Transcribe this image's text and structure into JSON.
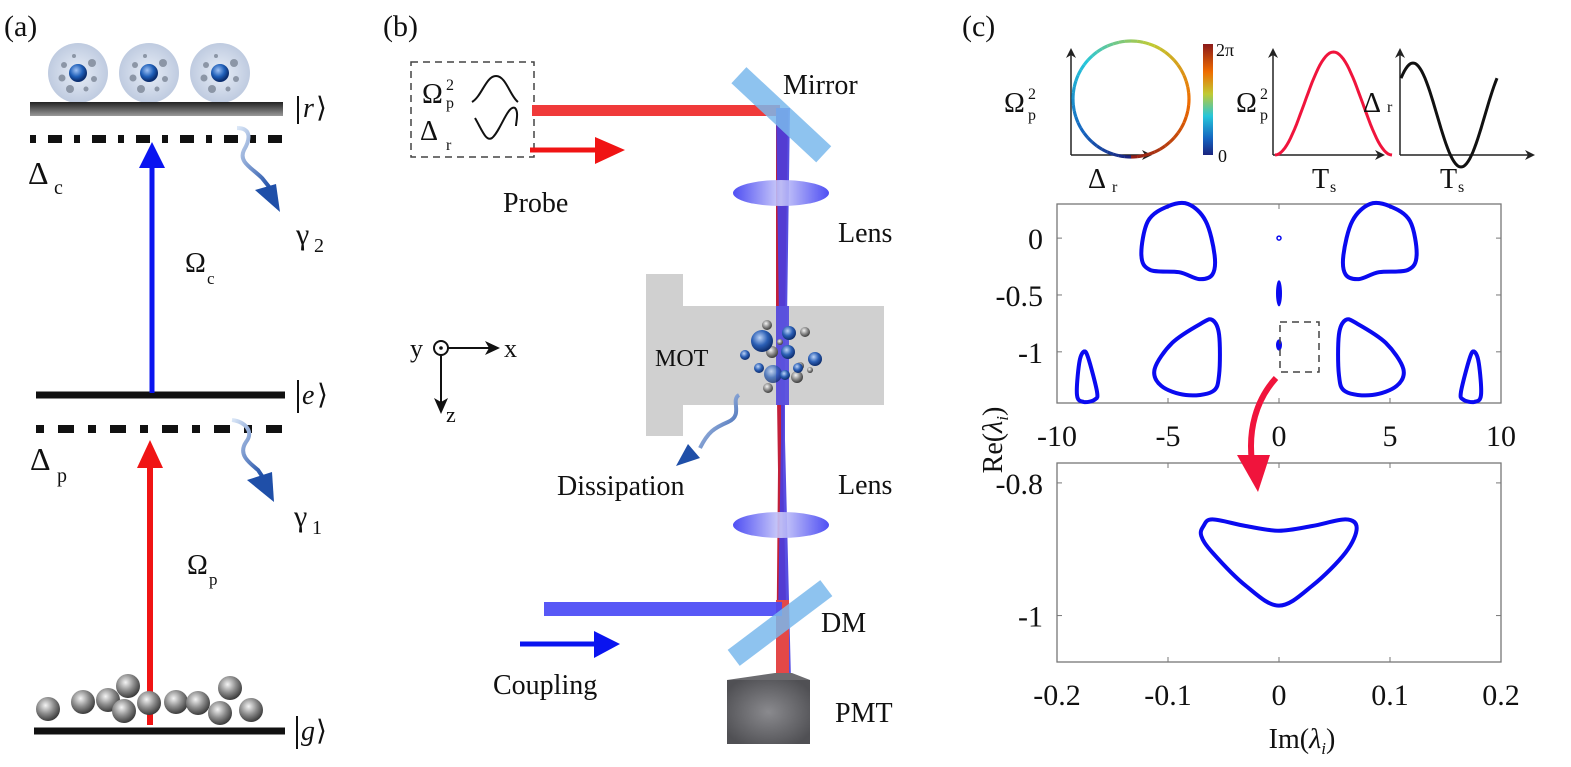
{
  "panels": {
    "a": {
      "label": "(a)",
      "levels": {
        "r": "|r⟩",
        "e": "|e⟩",
        "g": "|g⟩"
      },
      "detunings": {
        "c": {
          "sym": "Δ",
          "sub": "c"
        },
        "p": {
          "sym": "Δ",
          "sub": "p"
        }
      },
      "couplings": {
        "c": {
          "sym": "Ω",
          "sub": "c",
          "color": "#0a14f0"
        },
        "p": {
          "sym": "Ω",
          "sub": "p",
          "color": "#f01414"
        }
      },
      "decays": {
        "g2": {
          "sym": "γ",
          "sub": "2"
        },
        "g1": {
          "sym": "γ",
          "sub": "1"
        }
      }
    },
    "b": {
      "label": "(b)",
      "legend": {
        "row1": {
          "sym": "Ω",
          "sup": "2",
          "sub": "p"
        },
        "row2": {
          "sym": "Δ",
          "sub": "r"
        }
      },
      "labels": {
        "probe": "Probe",
        "mirror": "Mirror",
        "lens_top": "Lens",
        "lens_bottom": "Lens",
        "mot": "MOT",
        "dissipation": "Dissipation",
        "dm": "DM",
        "coupling": "Coupling",
        "pmt": "PMT"
      },
      "axes": {
        "x": "x",
        "y": "y",
        "z": "z"
      },
      "colors": {
        "probe": "#f02020",
        "coupling": "#2a2af5",
        "mirror": "#7ab8ec"
      }
    },
    "c": {
      "label": "(c)",
      "insets": {
        "circle": {
          "ylabel": {
            "sym": "Ω",
            "sup": "2",
            "sub": "p"
          },
          "xlabel": {
            "sym": "Δ",
            "sub": "r"
          },
          "colorbar": {
            "max": "2π",
            "min": "0"
          }
        },
        "omega": {
          "ylabel": {
            "sym": "Ω",
            "sup": "2",
            "sub": "p"
          },
          "xlabel": {
            "sym": "T",
            "sub": "s"
          },
          "color": "#f0143c"
        },
        "delta": {
          "ylabel": {
            "sym": "Δ",
            "sub": "r"
          },
          "xlabel": {
            "sym": "T",
            "sub": "s"
          },
          "color": "#111111"
        }
      },
      "shared_ylabel": "Re(λ_i)",
      "ylabel_main": "Re(",
      "ylabel_var": "λ",
      "ylabel_sub": "i",
      "xlabel_main": "Im(",
      "xlabel_var": "λ",
      "xlabel_sub": "i",
      "close_paren": ")"
    }
  },
  "chart_data": [
    {
      "type": "scatter",
      "title": "Eigenvalue trajectories (full view)",
      "xlabel": "",
      "ylabel": "Re(λ_i)",
      "xlim": [
        -10,
        10
      ],
      "ylim": [
        -1.45,
        0.3
      ],
      "xticks": [
        -10,
        -5,
        0,
        5,
        10
      ],
      "xtick_labels": [
        "-10",
        "-5",
        "0",
        "5",
        "10"
      ],
      "yticks": [
        0,
        -0.5,
        -1
      ],
      "ytick_labels": [
        "0",
        "-0.5",
        "-1"
      ],
      "series_color": "#0a0af0",
      "series": [
        {
          "name": "upper-left loop",
          "points": [
            [
              -6.2,
              -0.15
            ],
            [
              -5.9,
              0.15
            ],
            [
              -5,
              0.28
            ],
            [
              -4.1,
              0.3
            ],
            [
              -3.3,
              0.15
            ],
            [
              -2.9,
              -0.15
            ],
            [
              -3.0,
              -0.32
            ],
            [
              -3.6,
              -0.36
            ],
            [
              -4.5,
              -0.3
            ],
            [
              -5.8,
              -0.28
            ],
            [
              -6.2,
              -0.15
            ]
          ]
        },
        {
          "name": "upper-right loop",
          "points": [
            [
              6.2,
              -0.15
            ],
            [
              5.9,
              0.15
            ],
            [
              5,
              0.28
            ],
            [
              4.1,
              0.3
            ],
            [
              3.3,
              0.15
            ],
            [
              2.9,
              -0.15
            ],
            [
              3.0,
              -0.32
            ],
            [
              3.6,
              -0.36
            ],
            [
              4.5,
              -0.3
            ],
            [
              5.8,
              -0.28
            ],
            [
              6.2,
              -0.15
            ]
          ]
        },
        {
          "name": "lower-left loop",
          "points": [
            [
              -5.6,
              -1.15
            ],
            [
              -4.8,
              -0.92
            ],
            [
              -3.5,
              -0.75
            ],
            [
              -3.0,
              -0.72
            ],
            [
              -2.7,
              -0.85
            ],
            [
              -2.7,
              -1.2
            ],
            [
              -3.0,
              -1.35
            ],
            [
              -4.2,
              -1.38
            ],
            [
              -5.3,
              -1.3
            ],
            [
              -5.6,
              -1.15
            ]
          ]
        },
        {
          "name": "lower-right loop",
          "points": [
            [
              5.6,
              -1.15
            ],
            [
              4.8,
              -0.92
            ],
            [
              3.5,
              -0.75
            ],
            [
              3.0,
              -0.72
            ],
            [
              2.7,
              -0.85
            ],
            [
              2.7,
              -1.2
            ],
            [
              3.0,
              -1.35
            ],
            [
              4.2,
              -1.38
            ],
            [
              5.3,
              -1.3
            ],
            [
              5.6,
              -1.15
            ]
          ]
        },
        {
          "name": "far-left loop",
          "points": [
            [
              -8.8,
              -1.0
            ],
            [
              -8.6,
              -1.05
            ],
            [
              -8.2,
              -1.35
            ],
            [
              -8.3,
              -1.42
            ],
            [
              -8.8,
              -1.44
            ],
            [
              -9.1,
              -1.38
            ],
            [
              -9.0,
              -1.1
            ],
            [
              -8.8,
              -1.0
            ]
          ]
        },
        {
          "name": "far-right loop",
          "points": [
            [
              8.8,
              -1.0
            ],
            [
              8.6,
              -1.05
            ],
            [
              8.2,
              -1.35
            ],
            [
              8.3,
              -1.42
            ],
            [
              8.8,
              -1.44
            ],
            [
              9.1,
              -1.38
            ],
            [
              9.0,
              -1.1
            ],
            [
              8.8,
              -1.0
            ]
          ]
        },
        {
          "name": "center dot",
          "points": [
            [
              0,
              0
            ]
          ]
        },
        {
          "name": "center upper sliver",
          "points": [
            [
              0,
              -0.37
            ],
            [
              0,
              -0.6
            ]
          ]
        },
        {
          "name": "center lower sliver (zoomed)",
          "points": [
            [
              0,
              -0.89
            ],
            [
              0,
              -0.99
            ]
          ]
        }
      ],
      "annotations": [
        "dashed box around (0,-1) region",
        "red arrow to zoomed panel"
      ]
    },
    {
      "type": "scatter",
      "title": "Zoomed eigenvalue loop",
      "xlabel": "Im(λ_i)",
      "ylabel": "Re(λ_i)",
      "xlim": [
        -0.2,
        0.2
      ],
      "ylim": [
        -1.07,
        -0.77
      ],
      "xticks": [
        -0.2,
        -0.1,
        0,
        0.1,
        0.2
      ],
      "xtick_labels": [
        "-0.2",
        "-0.1",
        "0",
        "0.1",
        "0.2"
      ],
      "yticks": [
        -0.8,
        -1
      ],
      "ytick_labels": [
        "-0.8",
        "-1"
      ],
      "series_color": "#0a0af0",
      "series": [
        {
          "name": "zoomed loop",
          "points": [
            [
              -0.068,
              -0.865
            ],
            [
              -0.06,
              -0.855
            ],
            [
              -0.03,
              -0.865
            ],
            [
              0,
              -0.872
            ],
            [
              0.03,
              -0.865
            ],
            [
              0.06,
              -0.855
            ],
            [
              0.07,
              -0.868
            ],
            [
              0.06,
              -0.905
            ],
            [
              0.03,
              -0.955
            ],
            [
              0.0,
              -0.985
            ],
            [
              -0.03,
              -0.955
            ],
            [
              -0.06,
              -0.905
            ],
            [
              -0.07,
              -0.88
            ],
            [
              -0.068,
              -0.865
            ]
          ]
        }
      ]
    },
    {
      "type": "line",
      "title": "Ω_p² vs Δ_r (modulation loop)",
      "xlabel": "Δ_r",
      "ylabel": "Ω_p²",
      "colorbar": {
        "min": "0",
        "max": "2π",
        "colormap": "jet"
      },
      "shape": "circle"
    },
    {
      "type": "line",
      "title": "Ω_p² vs T_s",
      "xlabel": "T_s",
      "ylabel": "Ω_p²",
      "shape": "single raised-cosine pulse"
    },
    {
      "type": "line",
      "title": "Δ_r vs T_s",
      "xlabel": "T_s",
      "ylabel": "Δ_r",
      "shape": "sinusoid (one period)"
    }
  ]
}
